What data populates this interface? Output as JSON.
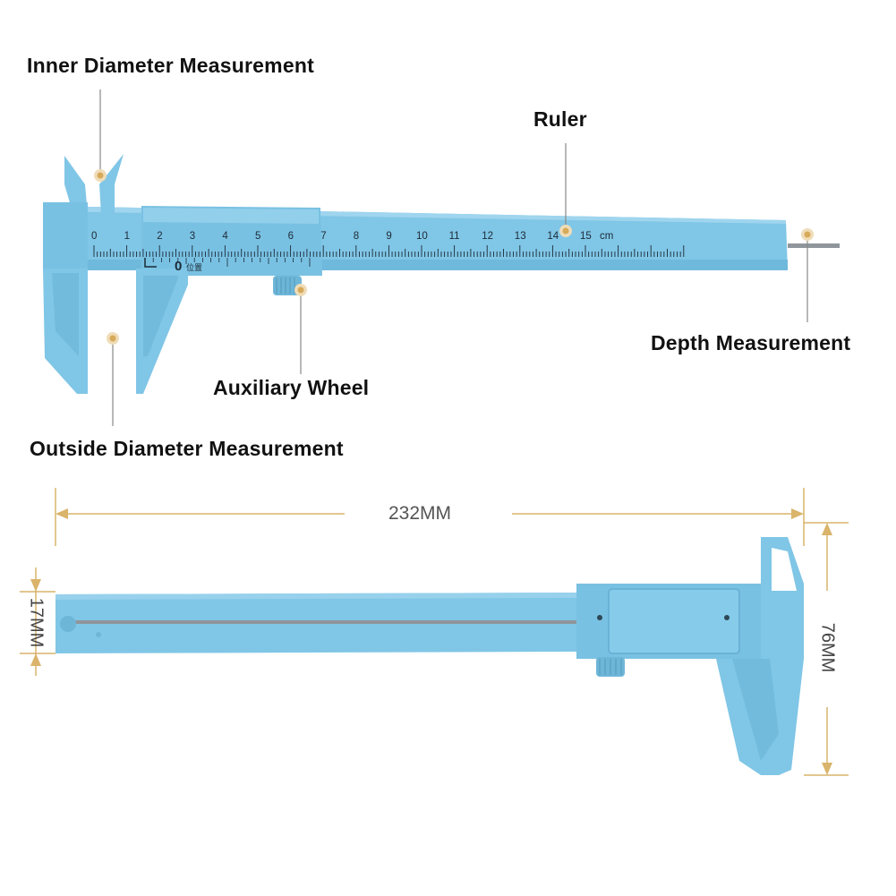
{
  "callouts": {
    "inner": "Inner Diameter Measurement",
    "ruler": "Ruler",
    "depth": "Depth Measurement",
    "wheel": "Auxiliary Wheel",
    "outside": "Outside Diameter Measurement"
  },
  "scale": {
    "numbers": [
      "0",
      "1",
      "2",
      "3",
      "4",
      "5",
      "6",
      "7",
      "8",
      "9",
      "10",
      "11",
      "12",
      "13",
      "14",
      "15"
    ],
    "unit": "cm",
    "zero_mark": "0",
    "zero_mark_cn": "位置"
  },
  "dimensions": {
    "length": "232MM",
    "thickness": "17MM",
    "height": "76MM"
  },
  "colors": {
    "body": "#80c6e6",
    "body_dark": "#5aaed3",
    "callout_dot": "#e3c48f",
    "dim_line": "#d9b46a"
  }
}
